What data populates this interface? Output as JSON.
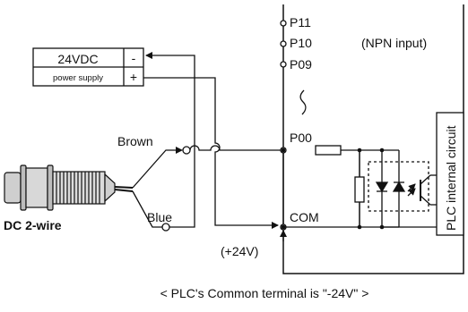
{
  "terminals": [
    "P11",
    "P10",
    "P09",
    "P00",
    "COM"
  ],
  "mode_note": "(NPN input)",
  "power_supply": {
    "voltage_label": "24VDC",
    "name_label": "power supply",
    "minus_label": "-",
    "plus_label": "+"
  },
  "wires": {
    "brown_label": "Brown",
    "blue_label": "Blue"
  },
  "sensor_label": "DC 2-wire",
  "com_voltage_label": "(+24V)",
  "internal_circuit_label": "PLC internal circuit",
  "caption": "< PLC's Common terminal is \"-24V\" >",
  "colors": {
    "line": "#111111",
    "background": "#ffffff",
    "sensor_fill": "#cfcfcf"
  },
  "icons": [
    "sensor-icon",
    "resistor-icon",
    "led-icon",
    "phototransistor-icon",
    "terminal-circle-icon",
    "wire-crossover-icon"
  ]
}
